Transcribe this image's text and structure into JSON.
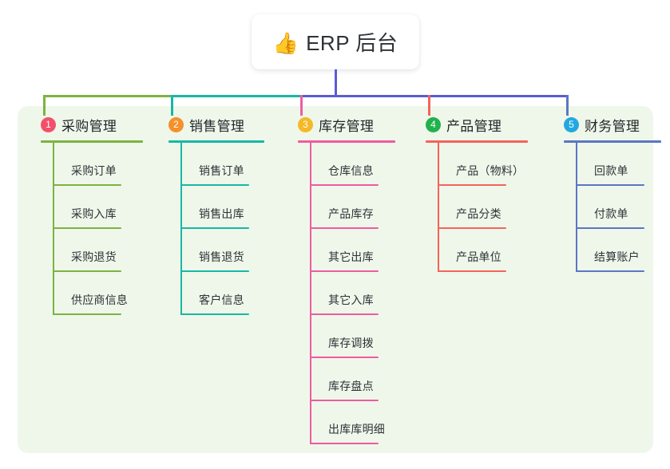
{
  "diagram": {
    "type": "mindmap",
    "root": {
      "emoji": "👍",
      "icon_name": "thumbs-up-emoji",
      "title": "ERP 后台"
    },
    "palette": {
      "panel_bg": "#eff7ea",
      "page_bg": "#ffffff",
      "root_stem": "#5b5bd6",
      "bus_segment_1": "#7cb342",
      "bus_segment_2": "#16b8a6",
      "bus_segment_3": "#5b5bd6"
    },
    "branches": [
      {
        "number": "1",
        "title": "采购管理",
        "badge_color": "#f2506a",
        "line_color": "#7cb342",
        "children": [
          "采购订单",
          "采购入库",
          "采购退货",
          "供应商信息"
        ]
      },
      {
        "number": "2",
        "title": "销售管理",
        "badge_color": "#f5902b",
        "line_color": "#16b8a6",
        "children": [
          "销售订单",
          "销售出库",
          "销售退货",
          "客户信息"
        ]
      },
      {
        "number": "3",
        "title": "库存管理",
        "badge_color": "#f5b827",
        "line_color": "#ef5ba1",
        "children": [
          "仓库信息",
          "产品库存",
          "其它出库",
          "其它入库",
          "库存调拨",
          "库存盘点",
          "出库库明细"
        ]
      },
      {
        "number": "4",
        "title": "产品管理",
        "badge_color": "#22b14c",
        "line_color": "#f4645c",
        "children": [
          "产品（物料）",
          "产品分类",
          "产品单位"
        ]
      },
      {
        "number": "5",
        "title": "财务管理",
        "badge_color": "#22a8e0",
        "line_color": "#5b76c4",
        "children": [
          "回款单",
          "付款单",
          "结算账户"
        ]
      }
    ]
  }
}
